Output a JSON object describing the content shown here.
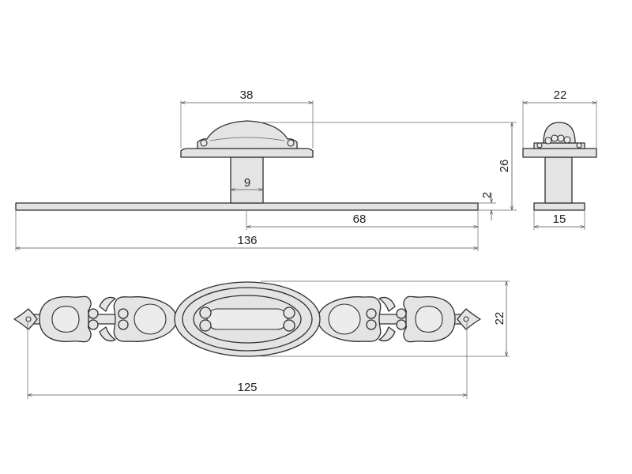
{
  "dimensions": {
    "knob_width": "38",
    "knob_end_width": "22",
    "stem_width": "9",
    "overall_height": "26",
    "plate_thickness": "2",
    "half_length": "68",
    "base_width": "15",
    "plate_length": "136",
    "plate_height": "22",
    "hole_distance": "125"
  },
  "colors": {
    "part_fill": "#e4e4e4",
    "outline": "#2f2f2f",
    "dimension_line": "#555555"
  }
}
